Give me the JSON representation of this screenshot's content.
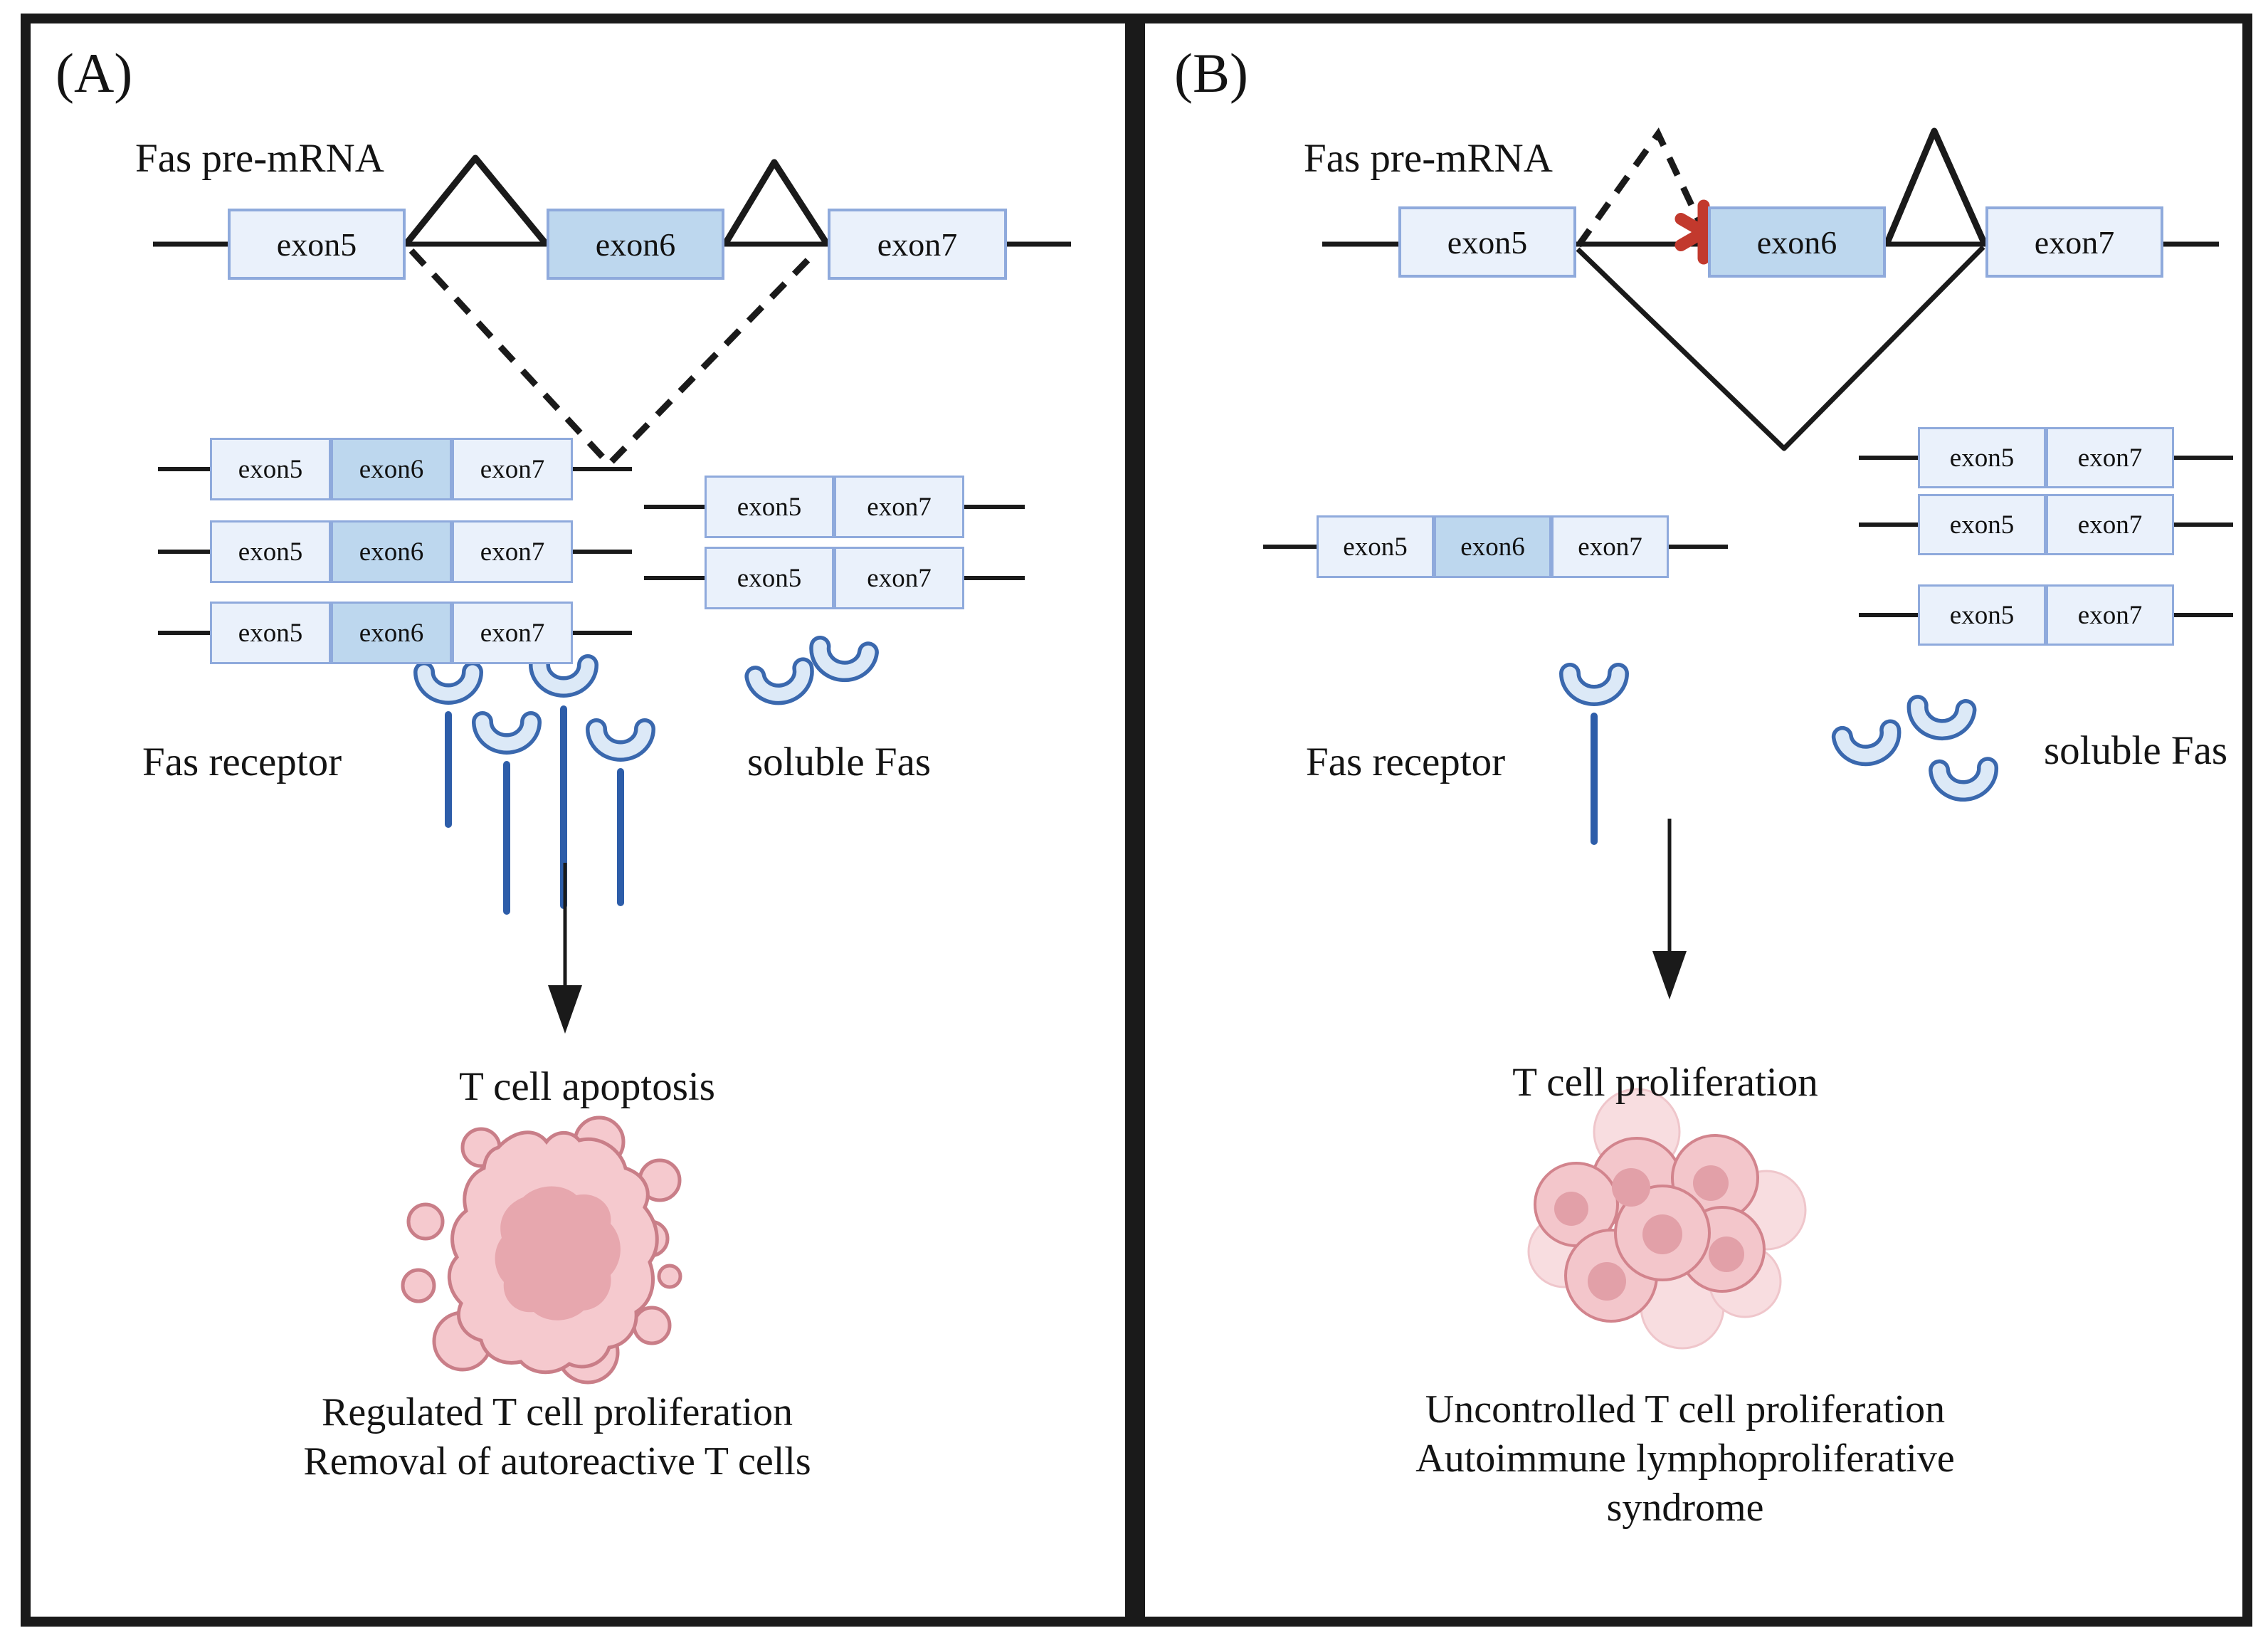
{
  "figure": {
    "title_semantic": "Fas pre-mRNA alternative splicing diagram",
    "panel_a": {
      "label": "(A)",
      "pre_mrna_label": "Fas pre-mRNA",
      "exon5": "exon5",
      "exon6": "exon6",
      "exon7": "exon7",
      "receptor_label": "Fas receptor",
      "soluble_label": "soluble Fas",
      "process_label": "T cell apoptosis",
      "outcome": [
        "Regulated T cell proliferation",
        "Removal of autoreactive T cells"
      ],
      "mrna_with_exon6_count": 3,
      "mrna_without_exon6_count": 2,
      "receptor_count": 4,
      "soluble_count": 2
    },
    "panel_b": {
      "label": "(B)",
      "pre_mrna_label": "Fas pre-mRNA",
      "exon5": "exon5",
      "exon6": "exon6",
      "exon7": "exon7",
      "mutation_marker": "*",
      "receptor_label": "Fas receptor",
      "soluble_label": "soluble Fas",
      "process_label": "T cell proliferation",
      "outcome": [
        "Uncontrolled T cell proliferation",
        "Autoimmune lymphoproliferative",
        "syndrome"
      ],
      "mrna_with_exon6_count": 1,
      "mrna_without_exon6_count": 3,
      "receptor_count": 1,
      "soluble_count": 3
    },
    "colors": {
      "exon_light": "#EAF1FB",
      "exon_dark": "#BDD7EE",
      "exon_border": "#8FAADC",
      "line_black": "#1a1a1a",
      "receptor_stem_blue": "#2D5DA9",
      "cup_outline_blue": "#3A68AE",
      "cup_fill_blue": "#DCE9F7",
      "mutation_red": "#C2392D",
      "cell_pink": "#F5C9CE",
      "cell_outline_rose": "#C97E88",
      "nucleus_pink": "#E2A0A8"
    }
  }
}
